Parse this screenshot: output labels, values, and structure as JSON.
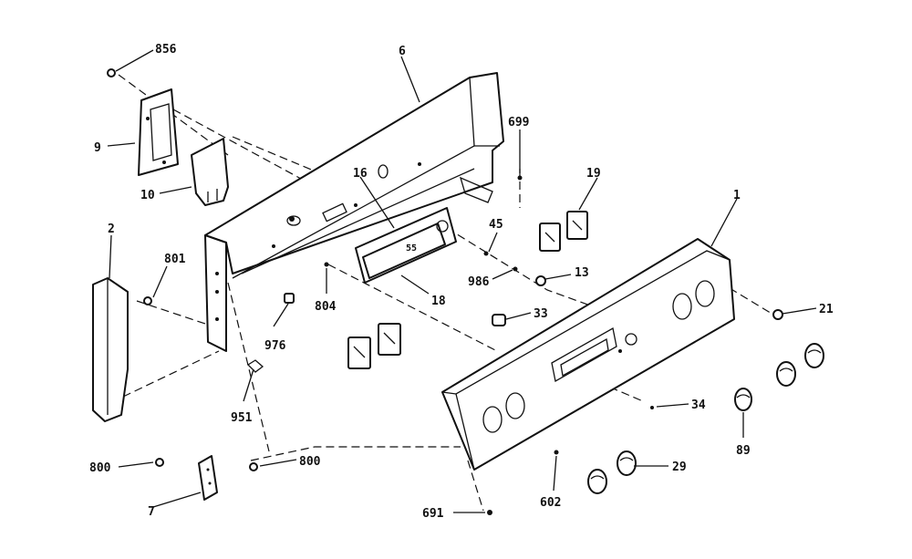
{
  "callouts": {
    "c856": "856",
    "c6": "6",
    "c699": "699",
    "c9": "9",
    "c10": "10",
    "c16": "16",
    "c19": "19",
    "c1": "1",
    "c2": "2",
    "c801": "801",
    "c45": "45",
    "c986": "986",
    "c13": "13",
    "c804": "804",
    "c18": "18",
    "c21": "21",
    "c976": "976",
    "c33": "33",
    "c951": "951",
    "c34": "34",
    "c89": "89",
    "c800a": "800",
    "c800b": "800",
    "c29": "29",
    "c602": "602",
    "c7": "7",
    "c691": "691"
  },
  "colors": {
    "ink": "#111111",
    "paper": "#ffffff"
  }
}
